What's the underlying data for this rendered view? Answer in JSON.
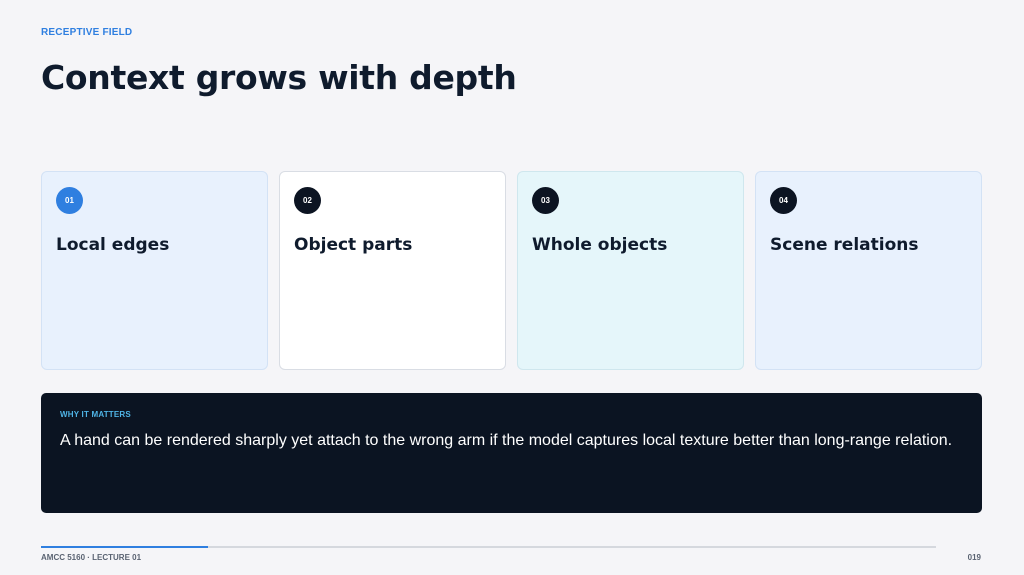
{
  "header": {
    "eyebrow": "RECEPTIVE FIELD",
    "title": "Context grows with depth"
  },
  "cards": [
    {
      "number": "01",
      "title": "Local edges"
    },
    {
      "number": "02",
      "title": "Object parts"
    },
    {
      "number": "03",
      "title": "Whole objects"
    },
    {
      "number": "04",
      "title": "Scene relations"
    }
  ],
  "callout": {
    "label": "WHY IT MATTERS",
    "text": "A hand can be rendered sharply yet attach to the wrong arm if the model captures local texture better than long-range relation."
  },
  "footer": {
    "course": "AMCC 5160 · LECTURE 01",
    "page_number": "019",
    "progress_fraction": 0.187
  },
  "colors": {
    "accent": "#2f7fe0",
    "dark": "#0b1422",
    "callout_label": "#4fb4e6"
  }
}
